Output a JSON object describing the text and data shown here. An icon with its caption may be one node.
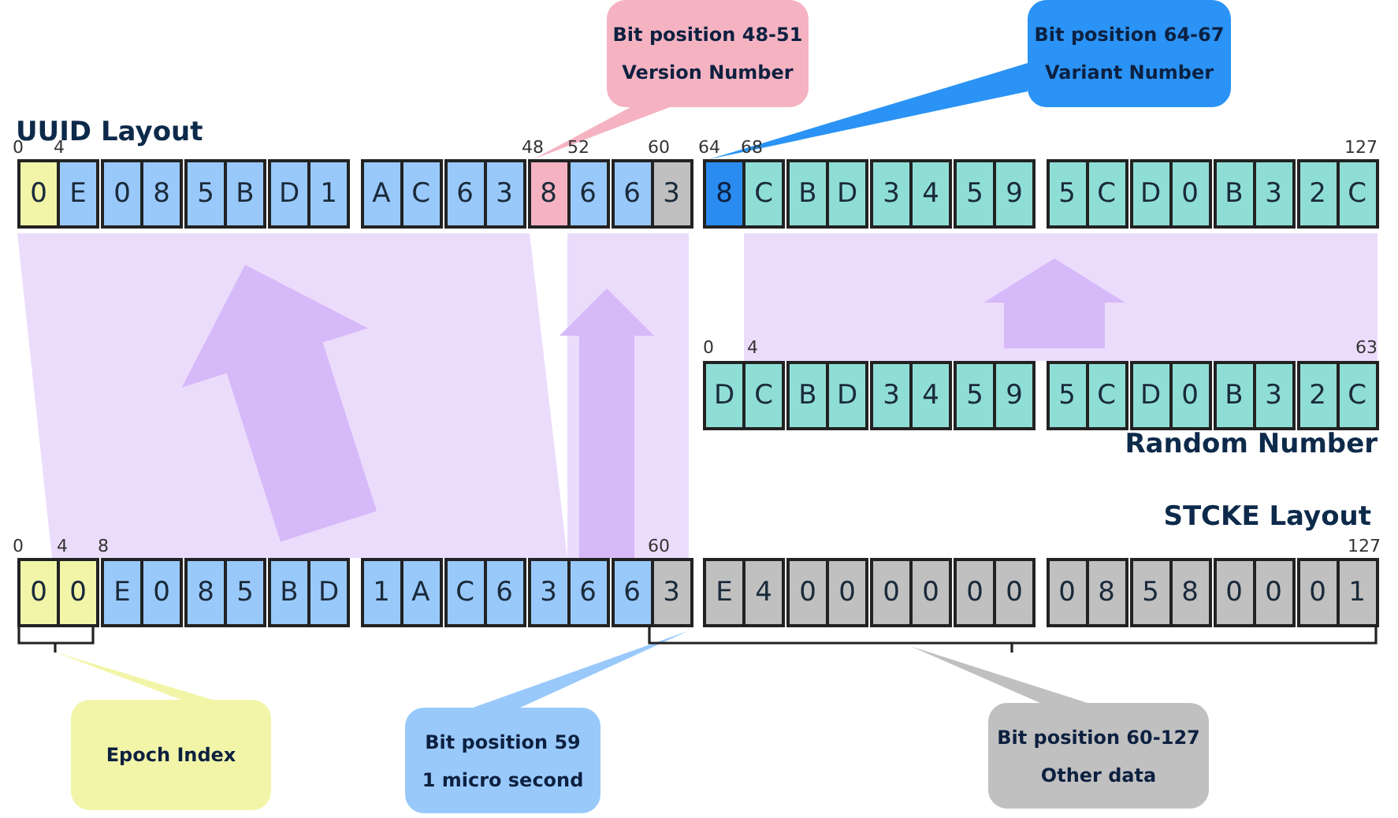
{
  "diagram": {
    "nodes": [
      {
        "text": [
          "Bit position 48-51",
          "Version Number"
        ]
      },
      {
        "text": [
          "Bit position 64-67",
          "Variant Number"
        ]
      },
      {
        "text": [
          "0"
        ]
      },
      {
        "text": [
          "E"
        ]
      },
      {
        "text": [
          "0"
        ]
      },
      {
        "text": [
          "8"
        ]
      },
      {
        "text": [
          "5"
        ]
      },
      {
        "text": [
          "B"
        ]
      },
      {
        "text": [
          "D"
        ]
      },
      {
        "text": [
          "1"
        ]
      },
      {
        "text": [
          "A"
        ]
      },
      {
        "text": [
          "C"
        ]
      },
      {
        "text": [
          "6"
        ]
      },
      {
        "text": [
          "3"
        ]
      },
      {
        "text": [
          "8"
        ]
      },
      {
        "text": [
          "6"
        ]
      },
      {
        "text": [
          "6"
        ]
      },
      {
        "text": [
          "3"
        ]
      },
      {
        "text": [
          "8"
        ]
      },
      {
        "text": [
          "C"
        ]
      },
      {
        "text": [
          "B"
        ]
      },
      {
        "text": [
          "D"
        ]
      },
      {
        "text": [
          "3"
        ]
      },
      {
        "text": [
          "4"
        ]
      },
      {
        "text": [
          "5"
        ]
      },
      {
        "text": [
          "9"
        ]
      },
      {
        "text": [
          "5"
        ]
      },
      {
        "text": [
          "C"
        ]
      },
      {
        "text": [
          "D"
        ]
      },
      {
        "text": [
          "0"
        ]
      },
      {
        "text": [
          "B"
        ]
      },
      {
        "text": [
          "3"
        ]
      },
      {
        "text": [
          "2"
        ]
      },
      {
        "text": [
          "C"
        ]
      },
      {
        "text": [
          "D"
        ]
      },
      {
        "text": [
          "C"
        ]
      },
      {
        "text": [
          "B"
        ]
      },
      {
        "text": [
          "D"
        ]
      },
      {
        "text": [
          "3"
        ]
      },
      {
        "text": [
          "4"
        ]
      },
      {
        "text": [
          "5"
        ]
      },
      {
        "text": [
          "9"
        ]
      },
      {
        "text": [
          "5"
        ]
      },
      {
        "text": [
          "C"
        ]
      },
      {
        "text": [
          "D"
        ]
      },
      {
        "text": [
          "0"
        ]
      },
      {
        "text": [
          "B"
        ]
      },
      {
        "text": [
          "3"
        ]
      },
      {
        "text": [
          "2"
        ]
      },
      {
        "text": [
          "C"
        ]
      },
      {
        "text": [
          "0"
        ]
      },
      {
        "text": [
          "0"
        ]
      },
      {
        "text": [
          "E"
        ]
      },
      {
        "text": [
          "0"
        ]
      },
      {
        "text": [
          "8"
        ]
      },
      {
        "text": [
          "5"
        ]
      },
      {
        "text": [
          "B"
        ]
      },
      {
        "text": [
          "D"
        ]
      },
      {
        "text": [
          "1"
        ]
      },
      {
        "text": [
          "A"
        ]
      },
      {
        "text": [
          "C"
        ]
      },
      {
        "text": [
          "6"
        ]
      },
      {
        "text": [
          "3"
        ]
      },
      {
        "text": [
          "6"
        ]
      },
      {
        "text": [
          "6"
        ]
      },
      {
        "text": [
          "3"
        ]
      },
      {
        "text": [
          "E"
        ]
      },
      {
        "text": [
          "4"
        ]
      },
      {
        "text": [
          "0"
        ]
      },
      {
        "text": [
          "0"
        ]
      },
      {
        "text": [
          "0"
        ]
      },
      {
        "text": [
          "0"
        ]
      },
      {
        "text": [
          "0"
        ]
      },
      {
        "text": [
          "0"
        ]
      },
      {
        "text": [
          "0"
        ]
      },
      {
        "text": [
          "8"
        ]
      },
      {
        "text": [
          "5"
        ]
      },
      {
        "text": [
          "8"
        ]
      },
      {
        "text": [
          "0"
        ]
      },
      {
        "text": [
          "0"
        ]
      },
      {
        "text": [
          "0"
        ]
      },
      {
        "text": [
          "1"
        ]
      },
      {
        "text": [
          "Epoch Index"
        ]
      },
      {
        "text": [
          "Bit position 59",
          "1 micro second"
        ]
      },
      {
        "text": [
          "Bit position 60-127",
          "Other data"
        ]
      },
      {
        "text": [],
        "shape": "bracket"
      },
      {
        "text": [],
        "shape": "bracket"
      }
    ],
    "edges": [
      {
        "from": 0,
        "to": 14,
        "arrow": "none"
      },
      {
        "from": 1,
        "to": 18,
        "arrow": "none"
      },
      {
        "from": 82,
        "to": 85,
        "arrow": "none"
      },
      {
        "from": 83,
        "to": 65,
        "arrow": "none"
      },
      {
        "from": 84,
        "to": 86,
        "arrow": "none"
      },
      {
        "from": 57,
        "to": 7,
        "arrow": "to",
        "style": "thick"
      },
      {
        "from": 63,
        "to": 15,
        "arrow": "to",
        "style": "thick"
      },
      {
        "from": 42,
        "to": 26,
        "arrow": "to",
        "style": "thick"
      }
    ],
    "labels": [
      "UUID Layout",
      "0",
      "4",
      "48",
      "52",
      "60",
      "64",
      "68",
      "127",
      "0",
      "4",
      "63",
      "Random Number",
      "STCKE Layout",
      "0",
      "4",
      "8",
      "60",
      "127"
    ]
  }
}
